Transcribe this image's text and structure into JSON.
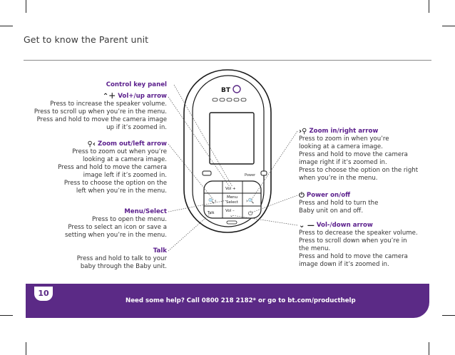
{
  "page": {
    "title": "Get to know the Parent unit",
    "page_number": "10",
    "footer": "Need some help? Call 0800 218 2182* or go to bt.com/producthelp"
  },
  "device": {
    "brand": "BT",
    "power_label": "Power",
    "keys": {
      "vol_up": "Vol +",
      "menu": "Menu",
      "select": "Select",
      "vol_down": "Vol –",
      "talk": "Talk"
    }
  },
  "left": {
    "panel_title": "Control key panel",
    "vol_up": {
      "icon": "up-arrow-plus-icon",
      "title": "Vol+/up arrow",
      "desc": "Press to increase the speaker volume.\nPress to scroll up when you’re in the menu.\nPress and hold to move the camera image\nup if it’s zoomed in."
    },
    "zoom_out": {
      "icon": "zoom-out-left-arrow-icon",
      "title": "Zoom out/left arrow",
      "desc": "Press to zoom out when you’re\nlooking at a camera image.\nPress and hold to move the camera\nimage left if it’s zoomed in.\nPress to choose the option on the\nleft when you’re in the menu."
    },
    "menu_select": {
      "title": "Menu/Select",
      "desc": "Press to open the menu.\nPress to select an icon or save a\nsetting when you’re in the menu."
    },
    "talk": {
      "title": "Talk",
      "desc": "Press and hold to talk to your\nbaby through the Baby unit."
    }
  },
  "right": {
    "zoom_in": {
      "icon": "zoom-in-right-arrow-icon",
      "title": "Zoom in/right arrow",
      "desc": "Press to zoom in when you’re\nlooking at a camera image.\nPress and hold to move the camera\nimage right if it’s zoomed in.\nPress to choose the option on the right\nwhen you’re in the menu."
    },
    "power": {
      "icon": "power-icon",
      "title": "Power on/off",
      "desc": "Press and hold to turn the\nBaby unit on and off."
    },
    "vol_down": {
      "icon": "down-arrow-minus-icon",
      "title": "Vol-/down arrow",
      "desc": "Press to decrease the speaker volume.\nPress to scroll down when you’re in\nthe menu.\nPress and hold to move the camera\nimage down if it’s zoomed in."
    }
  },
  "colors": {
    "accent": "#5b2a86",
    "heading": "#5a1e8c"
  }
}
